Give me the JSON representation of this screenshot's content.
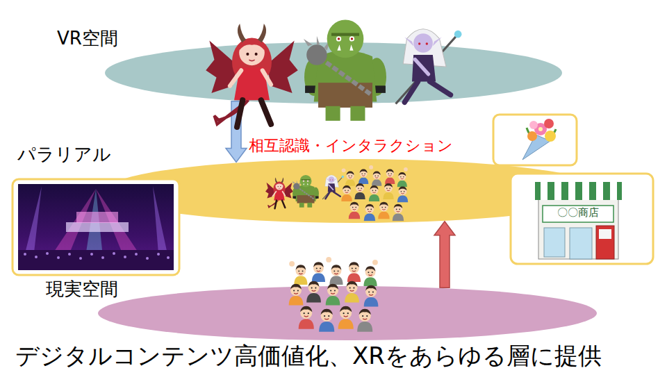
{
  "diagram": {
    "caption": "デジタルコンテンツ高価値化、XRをあらゆる層に提供",
    "nodes": [
      {
        "text": [
          "VR空間"
        ]
      },
      {
        "text": [
          "パラリアル"
        ]
      },
      {
        "text": [
          "現実空間"
        ]
      }
    ],
    "edges": [
      {
        "from": 0,
        "to": 1,
        "arrow": "to"
      },
      {
        "from": 2,
        "to": 1,
        "arrow": "to"
      }
    ],
    "labels": [
      "相互認識・インタラクション",
      "〇〇商店"
    ]
  }
}
